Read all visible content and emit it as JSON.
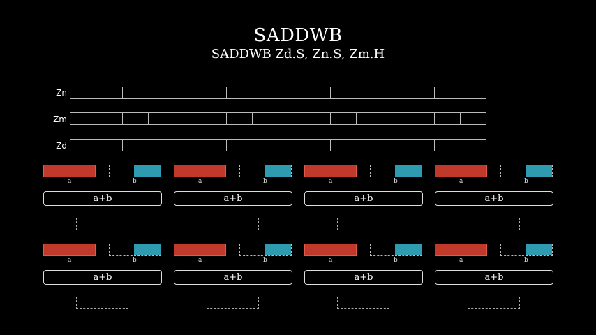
{
  "title": "SADDWB",
  "subtitle": "SADDWB Zd.S, Zn.S, Zm.H",
  "registers": [
    {
      "name": "Zn",
      "cells": 8
    },
    {
      "name": "Zm",
      "cells": 16
    },
    {
      "name": "Zd",
      "cells": 8
    }
  ],
  "lane_labels": {
    "a": "a",
    "b": "b"
  },
  "operation_label": "a+b",
  "lane_count": 8,
  "colors": {
    "a_fill": "#c0392b",
    "b_fill": "#2e9bb0",
    "outline": "#bbbbbb",
    "background": "#000000"
  }
}
